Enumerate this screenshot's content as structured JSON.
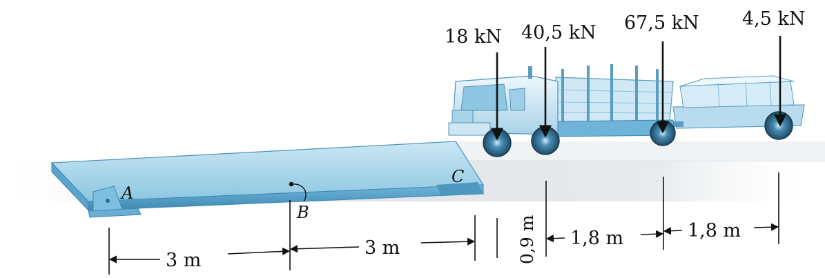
{
  "loads": [
    {
      "id": "load-1",
      "label": "18 kN"
    },
    {
      "id": "load-2",
      "label": "40,5 kN"
    },
    {
      "id": "load-3",
      "label": "67,5 kN"
    },
    {
      "id": "load-4",
      "label": "4,5 kN"
    }
  ],
  "points": {
    "a": "A",
    "b": "B",
    "c": "C"
  },
  "dimensions": {
    "ab": "3 m",
    "bc": "3 m",
    "gap": "0,9 m",
    "axle_12": "1,8 m",
    "axle_34": "1,8 m"
  },
  "colors": {
    "beam_top": "#9fd1e8",
    "beam_side": "#5ca8cf",
    "truck_body": "#dbeef7",
    "wheel": "#2a5f80",
    "arrow": "#111111"
  }
}
